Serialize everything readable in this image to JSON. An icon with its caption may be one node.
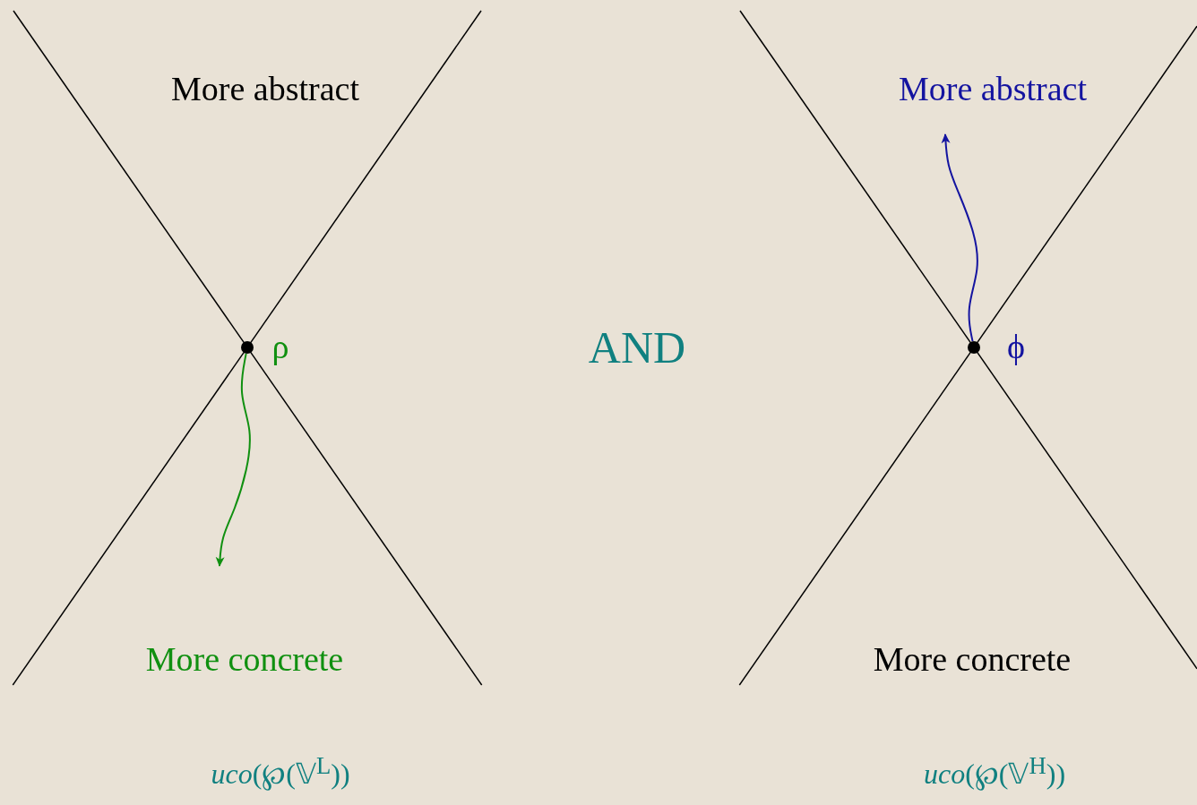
{
  "diagram": {
    "nodes": [
      {
        "text": [],
        "shape": "circle",
        "beside": [
          "ρ"
        ]
      },
      {
        "text": [],
        "shape": "circle",
        "beside": [
          "ϕ"
        ]
      }
    ],
    "edges": [
      {
        "from": 0,
        "to": null,
        "arrow": "to",
        "color": "#109010"
      },
      {
        "from": 1,
        "to": null,
        "arrow": "to",
        "color": "#1414a0"
      }
    ],
    "labels": [
      "More abstract",
      "More abstract",
      "AND",
      "More concrete",
      "More concrete",
      "*uco*(℘(𝕍$^{L}$))",
      "*uco*(℘(𝕍$^{H}$))"
    ]
  }
}
